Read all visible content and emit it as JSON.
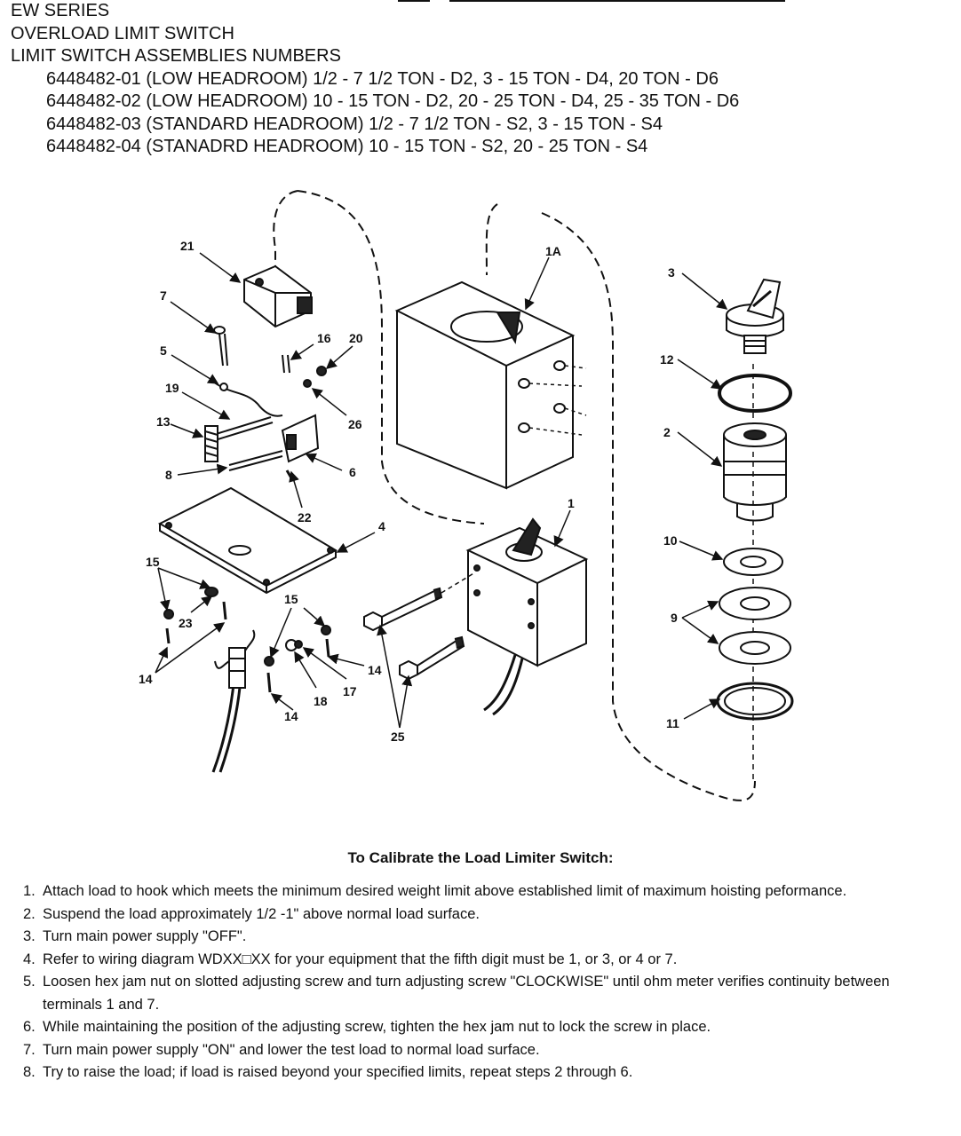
{
  "header": {
    "lines": [
      "EW SERIES",
      "OVERLOAD LIMIT SWITCH",
      "LIMIT SWITCH ASSEMBLIES NUMBERS"
    ],
    "assemblies": [
      "6448482-01 (LOW HEADROOM) 1/2 - 7 1/2 TON - D2, 3 - 15 TON - D4, 20 TON - D6",
      "6448482-02 (LOW HEADROOM) 10 - 15 TON - D2, 20 - 25 TON - D4, 25 - 35 TON - D6",
      "6448482-03 (STANDARD HEADROOM) 1/2 - 7 1/2 TON - S2, 3 - 15 TON - S4",
      "6448482-04 (STANADRD HEADROOM) 10 - 15 TON - S2, 20 - 25 TON - S4"
    ]
  },
  "diagram": {
    "callouts": [
      "21",
      "7",
      "16",
      "20",
      "5",
      "19",
      "26",
      "13",
      "6",
      "8",
      "22",
      "4",
      "15",
      "23",
      "15",
      "14",
      "18",
      "17",
      "14",
      "14",
      "1A",
      "1",
      "25",
      "3",
      "12",
      "2",
      "10",
      "9",
      "11"
    ]
  },
  "calibration": {
    "title": "To Calibrate the Load Limiter Switch:",
    "steps": [
      {
        "num": "1.",
        "text": "Attach load to hook which meets the minimum desired weight limit above established limit of maximum hoisting peformance."
      },
      {
        "num": "2.",
        "text": "Suspend the load approximately 1/2 -1\" above normal load surface."
      },
      {
        "num": "3.",
        "text": "Turn main power supply \"OFF\"."
      },
      {
        "num": "4.",
        "text": "Refer to wiring diagram WDXX□XX for your equipment that the fifth digit must be 1, or 3, or 4 or 7."
      },
      {
        "num": "5.",
        "text": "Loosen hex jam nut on slotted adjusting screw and turn adjusting screw \"CLOCKWISE\" until ohm meter verifies continuity between terminals 1 and 7."
      },
      {
        "num": "6.",
        "text": "While maintaining the position of the adjusting screw, tighten the hex jam nut to lock the screw in place."
      },
      {
        "num": "7.",
        "text": "Turn main power supply \"ON\" and lower the test load to normal load surface."
      },
      {
        "num": "8.",
        "text": "Try to raise the load; if load is raised beyond your specified limits, repeat steps 2 through 6."
      }
    ]
  }
}
